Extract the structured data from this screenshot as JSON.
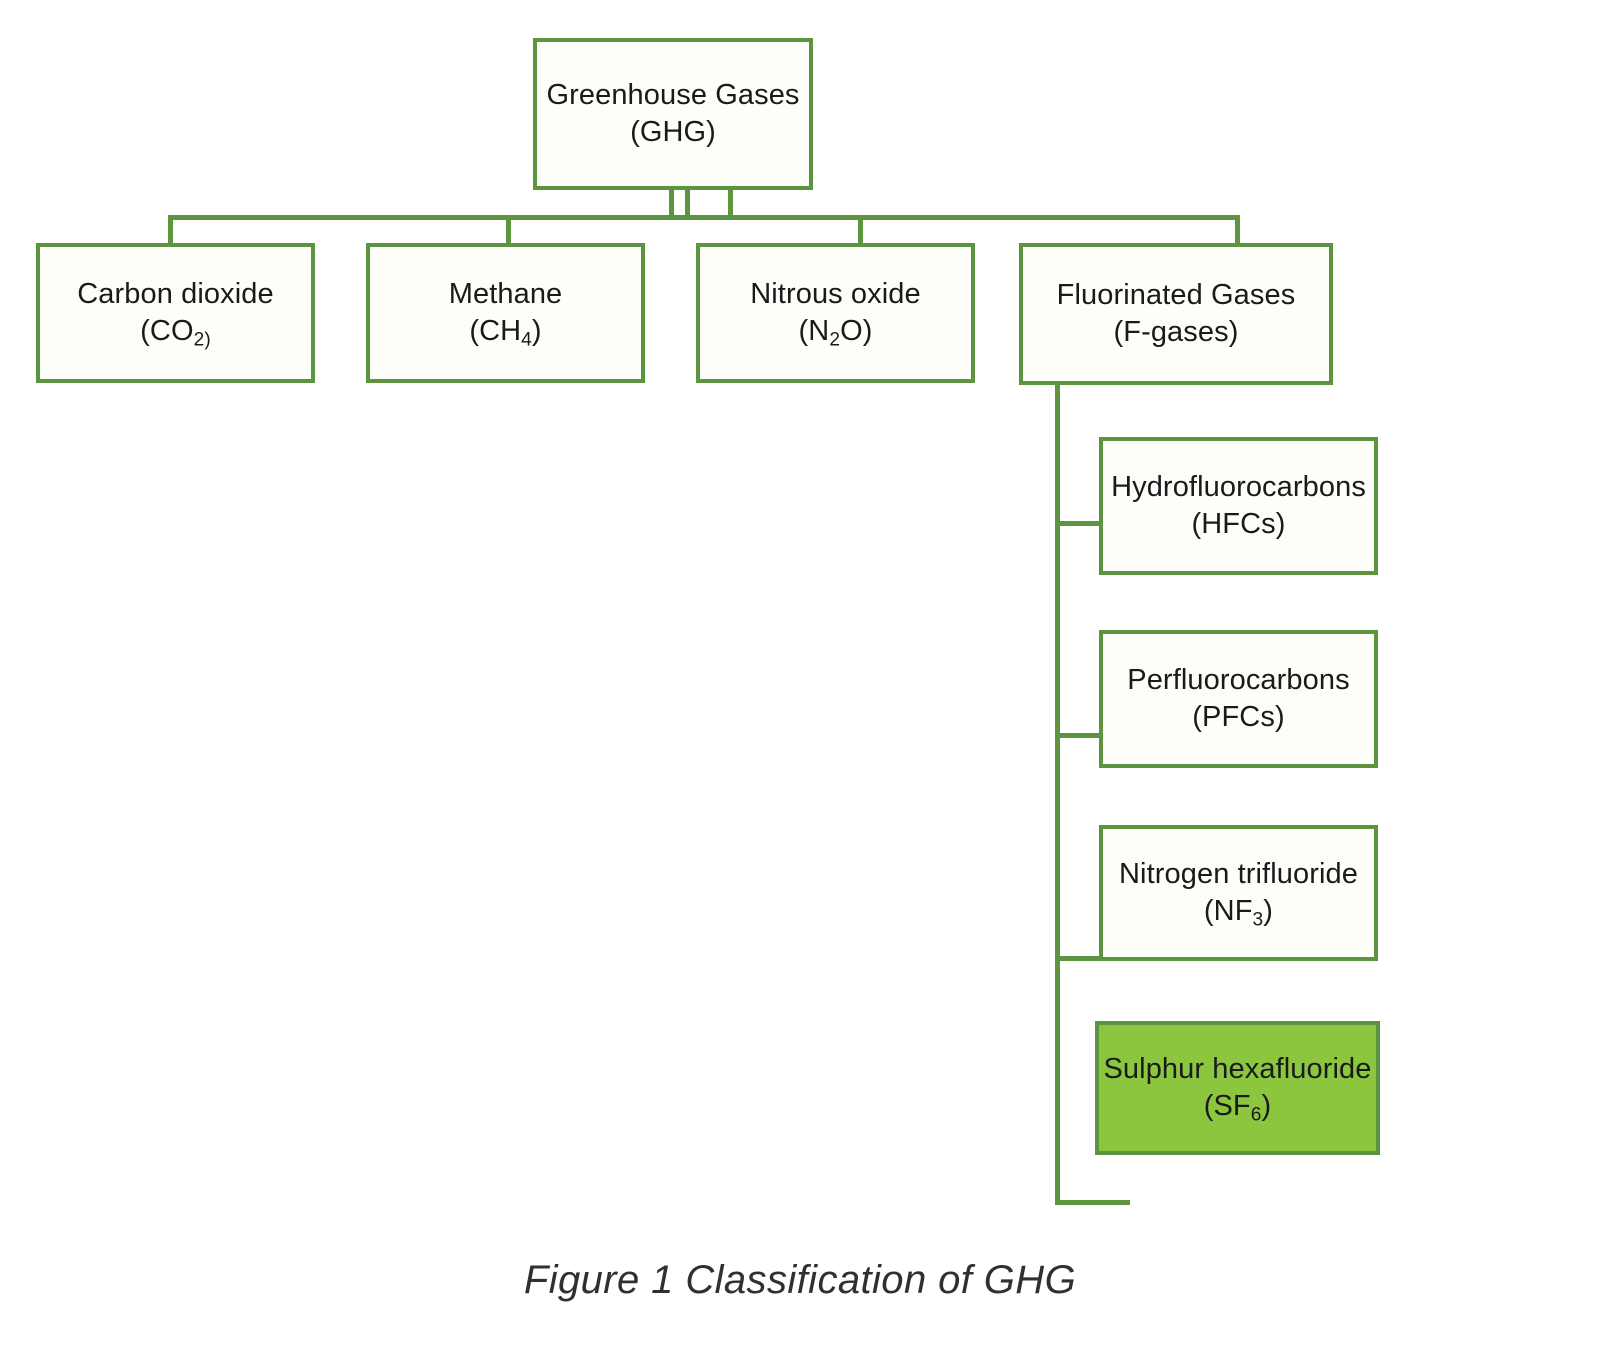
{
  "figure": {
    "caption": "Figure 1 Classification of GHG",
    "colors": {
      "border_green": "#5d9440",
      "highlight_fill": "#8cc63f",
      "box_fill": "#fdfdfa",
      "text": "#1a1a1a",
      "caption_text": "#303030",
      "background": "#ffffff"
    }
  },
  "diagram": {
    "type": "tree",
    "root": {
      "id": "ghg",
      "name": "greenhouse-gases",
      "line1": "Greenhouse Gases",
      "line2": "(GHG)",
      "highlighted": false
    },
    "children": [
      {
        "id": "co2",
        "name": "carbon-dioxide",
        "line1": "Carbon dioxide",
        "formula_prefix": "(CO",
        "formula_sub": "2)",
        "formula_suffix": "",
        "highlighted": false
      },
      {
        "id": "ch4",
        "name": "methane",
        "line1": "Methane",
        "formula_prefix": "(CH",
        "formula_sub": "4",
        "formula_suffix": ")",
        "highlighted": false
      },
      {
        "id": "n2o",
        "name": "nitrous-oxide",
        "line1": "Nitrous oxide",
        "formula_prefix": "(N",
        "formula_sub": "2",
        "formula_suffix": "O)",
        "highlighted": false
      },
      {
        "id": "fgases",
        "name": "fluorinated-gases",
        "line1": "Fluorinated Gases",
        "line2": "(F-gases)",
        "highlighted": false
      }
    ],
    "fgas_children": [
      {
        "id": "hfc",
        "name": "hydrofluorocarbons",
        "line1": "Hydrofluorocarbons",
        "line2": "(HFCs)",
        "highlighted": false
      },
      {
        "id": "pfc",
        "name": "perfluorocarbons",
        "line1": "Perfluorocarbons",
        "line2": "(PFCs)",
        "highlighted": false
      },
      {
        "id": "nf3",
        "name": "nitrogen-trifluoride",
        "line1": "Nitrogen trifluoride",
        "formula_prefix": "(NF",
        "formula_sub": "3",
        "formula_suffix": ")",
        "highlighted": false
      },
      {
        "id": "sf6",
        "name": "sulphur-hexafluoride",
        "line1": "Sulphur hexafluoride",
        "formula_prefix": "(SF",
        "formula_sub": "6",
        "formula_suffix": ")",
        "highlighted": true
      }
    ]
  }
}
